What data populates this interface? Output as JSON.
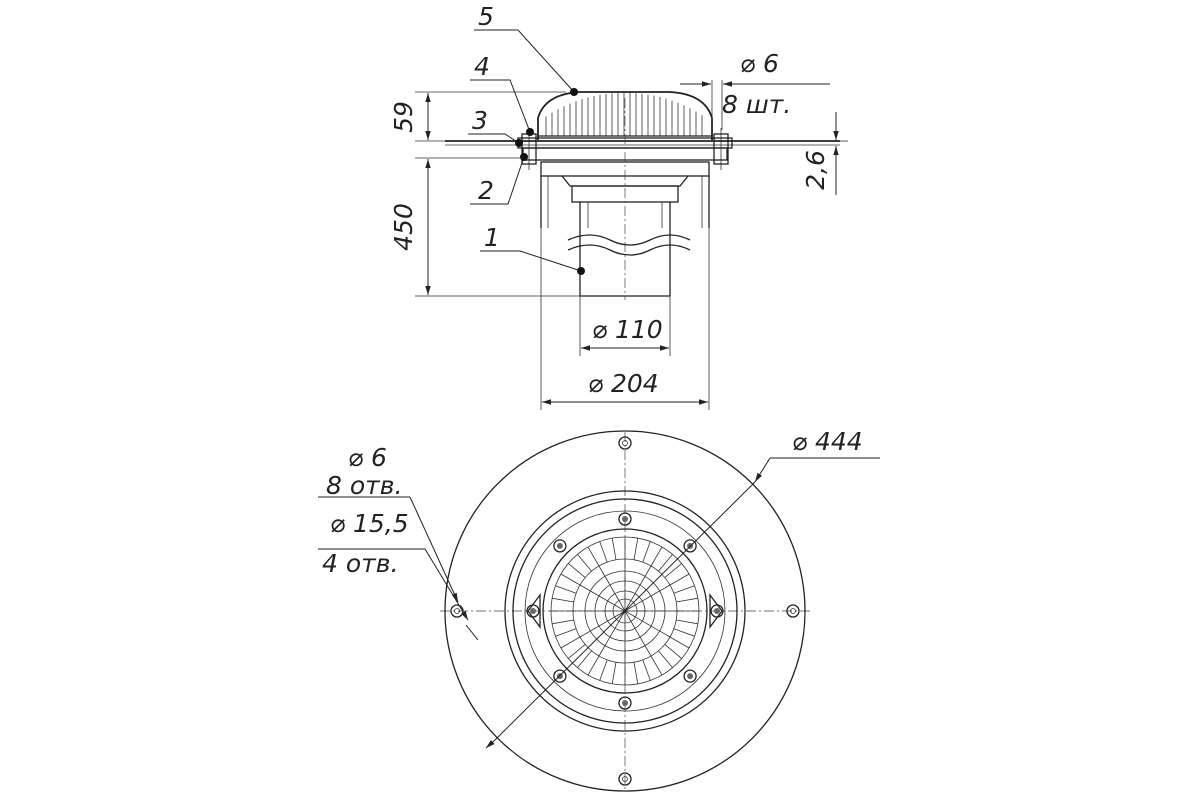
{
  "callouts": [
    "1",
    "2",
    "3",
    "4",
    "5"
  ],
  "side_view": {
    "dim_height_cover": "59",
    "dim_height_pipe": "450",
    "dim_flange": "2,6",
    "dim_pipe_dia": "⌀ 110",
    "dim_body_dia": "⌀ 204",
    "hole_dia": "⌀ 6",
    "hole_count": "8 шт."
  },
  "top_view": {
    "outer_dia": "⌀ 444",
    "small_hole_dia": "⌀ 6",
    "small_hole_count": "8 отв.",
    "large_hole_dia": "⌀ 15,5",
    "large_hole_count": "4 отв."
  }
}
